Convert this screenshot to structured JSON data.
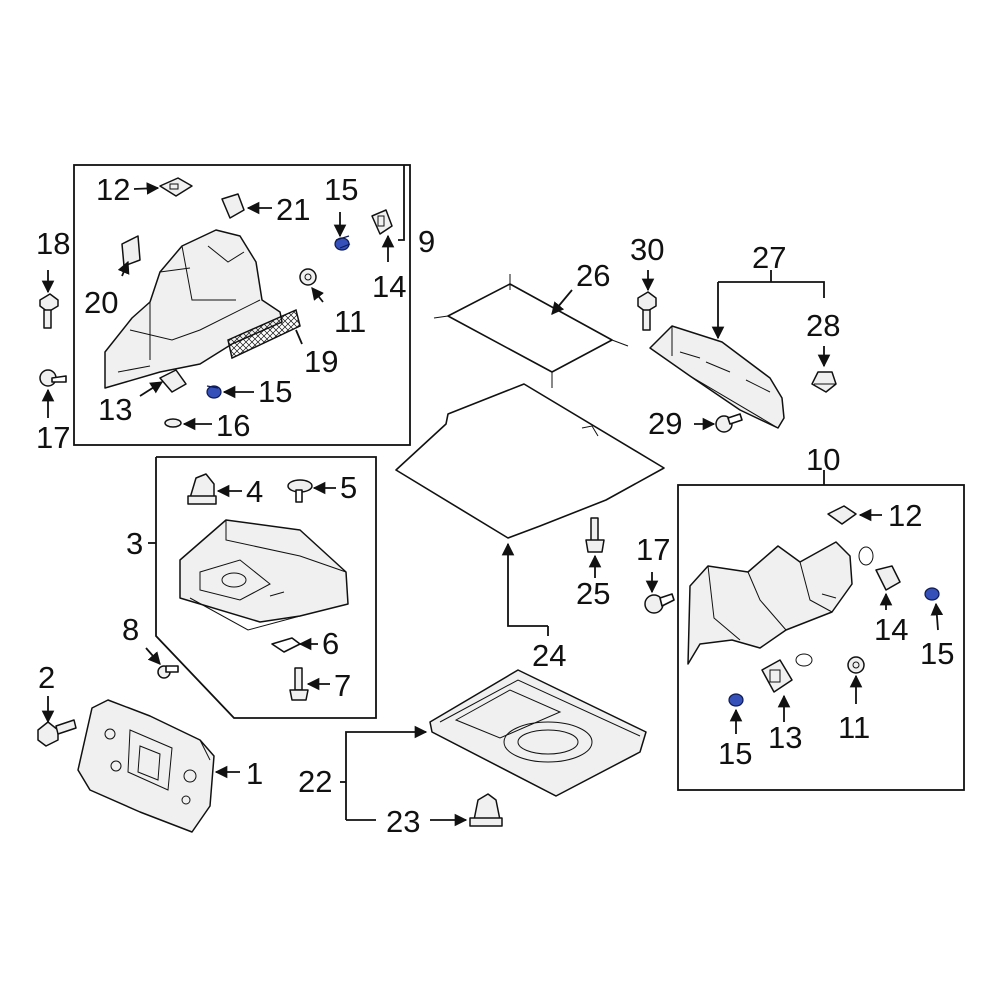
{
  "callouts": {
    "c1": "1",
    "c2": "2",
    "c3": "3",
    "c4": "4",
    "c5": "5",
    "c6": "6",
    "c7": "7",
    "c8": "8",
    "c9": "9",
    "c10": "10",
    "c11": "11",
    "c12": "12",
    "c13": "13",
    "c14": "14",
    "c15": "15",
    "c16": "16",
    "c17": "17",
    "c18": "18",
    "c19": "19",
    "c20": "20",
    "c21": "21",
    "c22": "22",
    "c23": "23",
    "c24": "24",
    "c25": "25",
    "c26": "26",
    "c27": "27",
    "c28": "28",
    "c29": "29",
    "c30": "30"
  },
  "highlight_color": "#3550b8",
  "highlighted_part": "15"
}
